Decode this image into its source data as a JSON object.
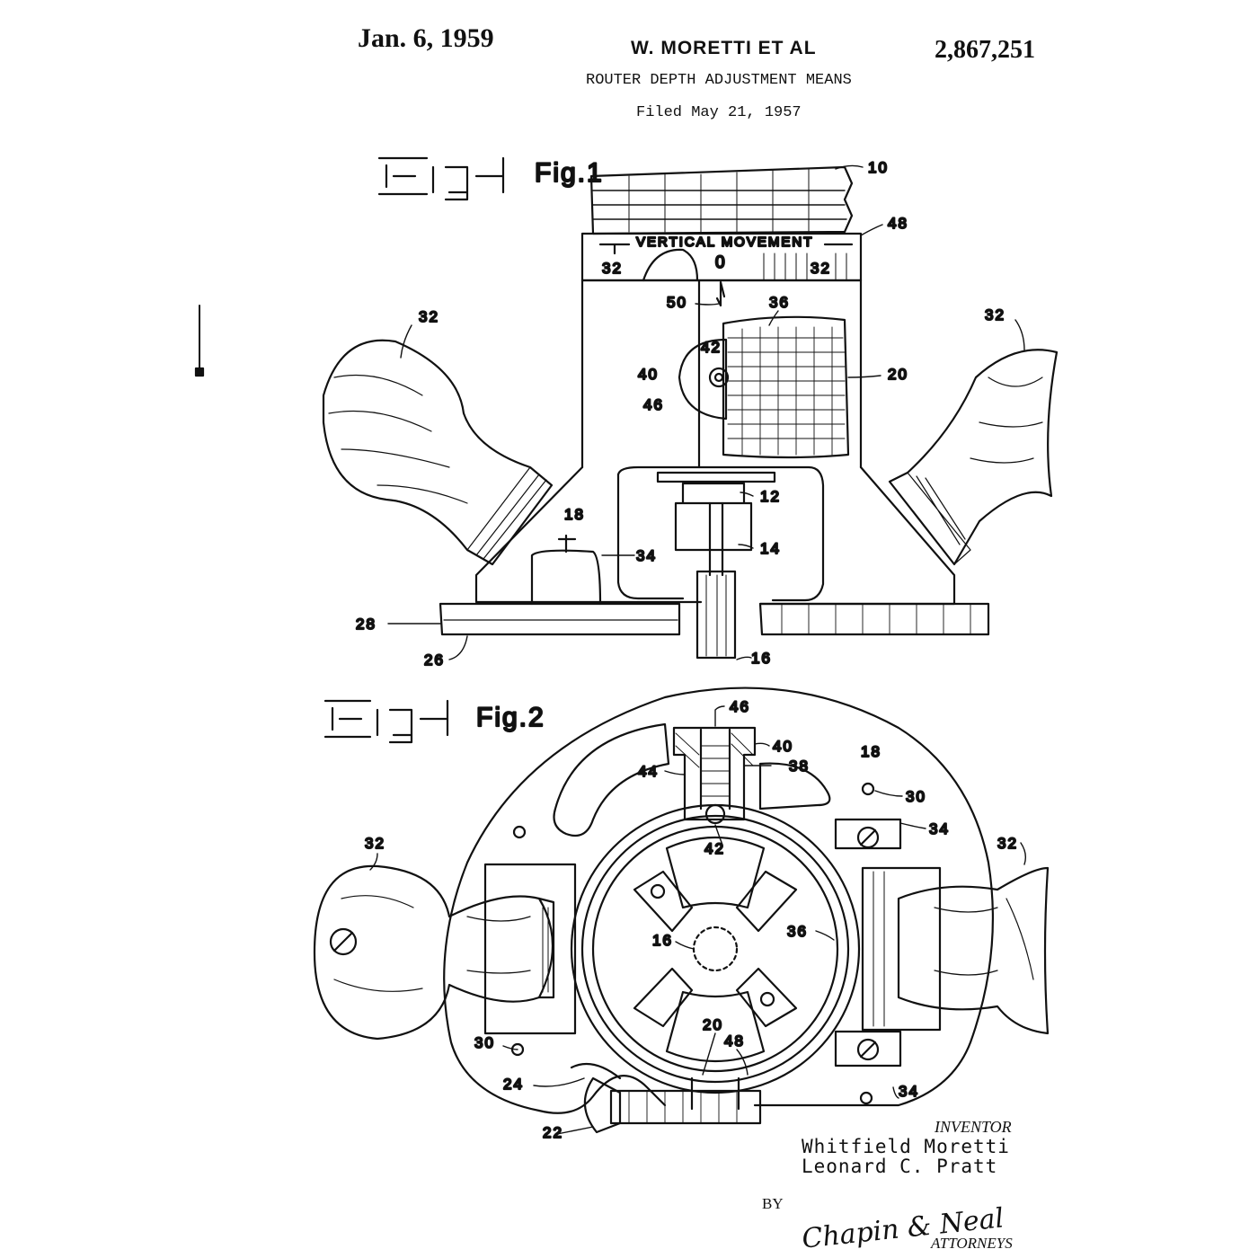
{
  "header": {
    "date": "Jan. 6, 1959",
    "inventor_short": "W. MORETTI  ET AL",
    "patent_number": "2,867,251",
    "title": "ROUTER DEPTH ADJUSTMENT MEANS",
    "filed": "Filed May 21, 1957"
  },
  "figures": {
    "fig1_label": "Fig.1",
    "fig2_label": "Fig.2"
  },
  "scale": {
    "caption": "VERTICAL MOVEMENT",
    "left": "32",
    "zero": "0",
    "right": "32"
  },
  "fig1_refs": {
    "r10": "10",
    "r48": "48",
    "r32_left": "32",
    "r32_right": "32",
    "r50": "50",
    "r36": "36",
    "r42": "42",
    "r40": "40",
    "r46": "46",
    "r20": "20",
    "r12": "12",
    "r18": "18",
    "r14": "14",
    "r34": "34",
    "r28": "28",
    "r26": "26",
    "r16": "16"
  },
  "fig2_refs": {
    "r46": "46",
    "r40": "40",
    "r38": "38",
    "r44": "44",
    "r18": "18",
    "r30_top": "30",
    "r42": "42",
    "r34_top": "34",
    "r32_left": "32",
    "r32_right": "32",
    "r16": "16",
    "r36": "36",
    "r20": "20",
    "r48": "48",
    "r30_bottom": "30",
    "r24": "24",
    "r22": "22",
    "r34_bottom": "34"
  },
  "signature_block": {
    "inventor_label": "INVENTOR",
    "inventor_1": "Whitfield Moretti",
    "inventor_2": "Leonard C. Pratt",
    "by": "BY",
    "attorney_signature": "Chapin & Neal",
    "attorneys_label": "ATTORNEYS"
  }
}
